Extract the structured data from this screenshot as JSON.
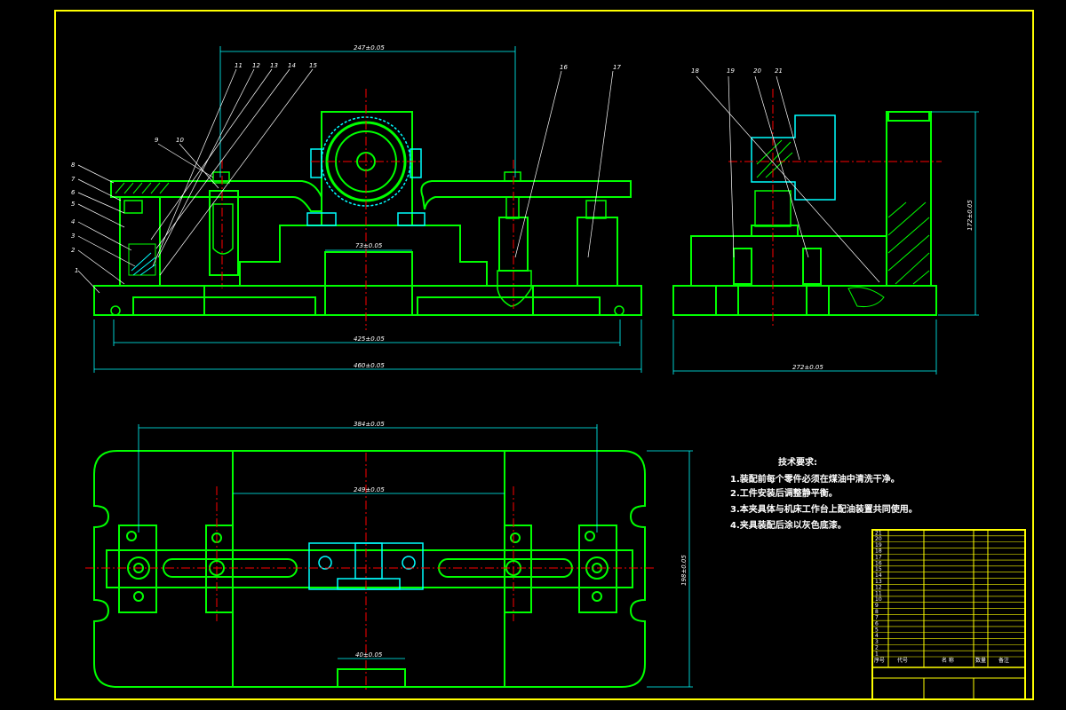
{
  "colors": {
    "background": "#000000",
    "frame": "#ffff00",
    "part": "#00ff00",
    "subpart": "#00ffff",
    "dimension": "#ffffff",
    "centerline": "#ff0000",
    "hatch": "#00ff00"
  },
  "dimensions": {
    "top_span": "247±0.05",
    "mid_width": "73±0.05",
    "base_inner": "425±0.05",
    "base_overall": "460±0.05",
    "side_width": "272±0.05",
    "side_height": "172±0.05",
    "plan_span": "384±0.05",
    "plan_center": "249±0.05",
    "plan_height": "198±0.05",
    "plan_bottom": "40±0.05"
  },
  "part_numbers": {
    "left_stack": [
      "8",
      "7",
      "6",
      "5",
      "4",
      "3",
      "2",
      "1"
    ],
    "top_row": [
      "9",
      "10",
      "11",
      "12",
      "13",
      "14",
      "15"
    ],
    "right_front": [
      "16",
      "17"
    ],
    "side_view": [
      "18",
      "19",
      "20",
      "21"
    ]
  },
  "tech_requirements": {
    "title": "技术要求:",
    "items": [
      "1.装配前每个零件必须在煤油中清洗干净。",
      "2.工件安装后调整静平衡。",
      "3.本夹具体与机床工作台上配油装置共同使用。",
      "4.夹具装配后涂以灰色底漆。"
    ]
  },
  "title_block": {
    "row_numbers": [
      "21",
      "20",
      "19",
      "18",
      "17",
      "16",
      "15",
      "14",
      "13",
      "12",
      "11",
      "10",
      "9",
      "8",
      "7",
      "6",
      "5",
      "4",
      "3",
      "2",
      "1"
    ],
    "header": [
      "序号",
      "代号",
      "名 称",
      "数量",
      "备注"
    ]
  }
}
